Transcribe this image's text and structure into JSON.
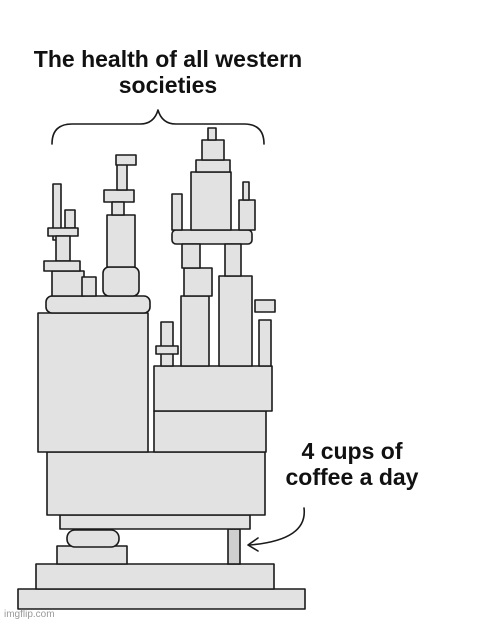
{
  "captions": {
    "top_line1": "The health of all western",
    "top_line2": "societies",
    "side_line1": "4 cups of",
    "side_line2": "coffee a day"
  },
  "watermark": "imgflip.com"
}
